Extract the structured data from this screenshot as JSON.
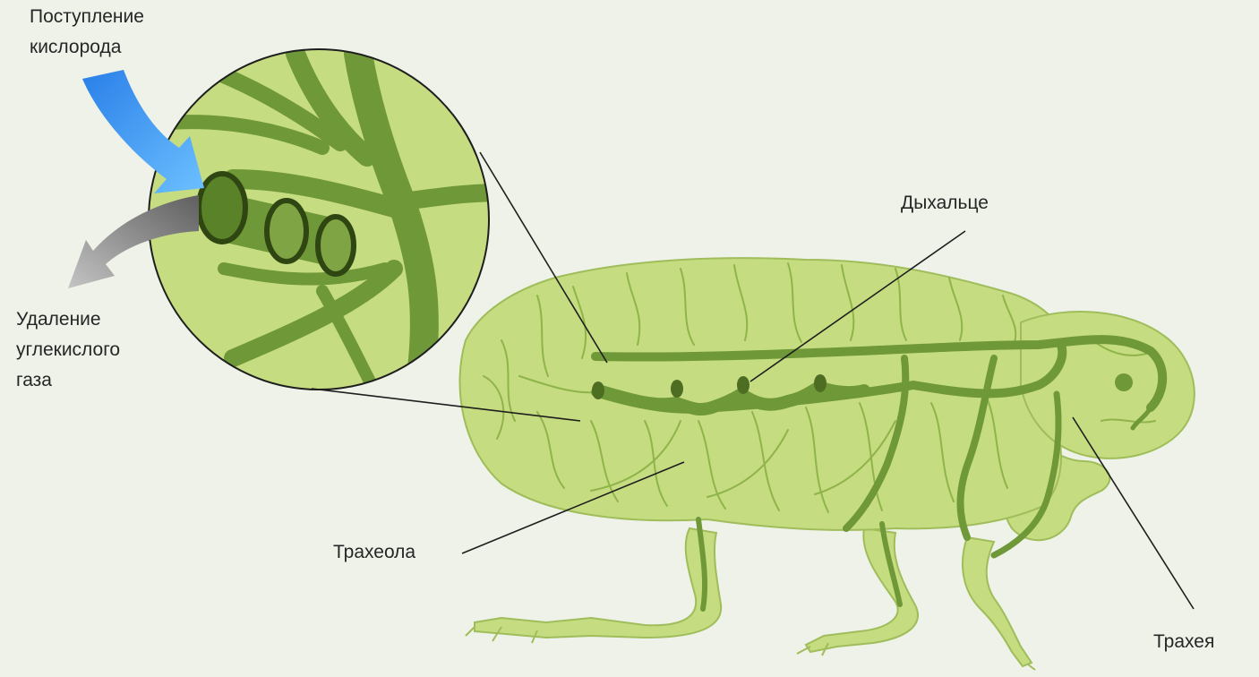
{
  "labels": {
    "oxygen_intake": [
      "Поступление",
      "кислорода"
    ],
    "co2_removal": [
      "Удаление",
      "углекислого",
      "газа"
    ],
    "spiracle": "Дыхальце",
    "tracheole": "Трахеола",
    "trachea": "Трахея"
  },
  "colors": {
    "background": "#eef2e8",
    "body_fill": "#c6dc80",
    "body_outline": "#9fbd5a",
    "vessel": "#6f9838",
    "vessel_dark": "#4d6e22",
    "oxygen_arrow": "#2f8ff0",
    "co2_arrow": "#8a8a8a",
    "leader_line": "#1e1e1e"
  },
  "icons": [
    "oxygen-arrow-icon",
    "co2-arrow-icon"
  ]
}
